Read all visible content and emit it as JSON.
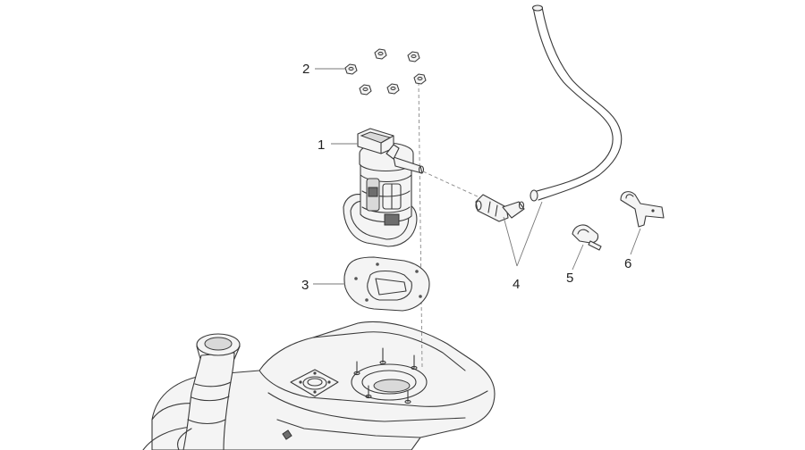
{
  "callouts": [
    {
      "id": "1",
      "label": "1",
      "part": "fuel-pump"
    },
    {
      "id": "2",
      "label": "2",
      "part": "nut"
    },
    {
      "id": "3",
      "label": "3",
      "part": "gasket"
    },
    {
      "id": "4",
      "label": "4",
      "part": "fuel-hose-with-elbow"
    },
    {
      "id": "5",
      "label": "5",
      "part": "hose-clamp"
    },
    {
      "id": "6",
      "label": "6",
      "part": "bracket"
    }
  ]
}
